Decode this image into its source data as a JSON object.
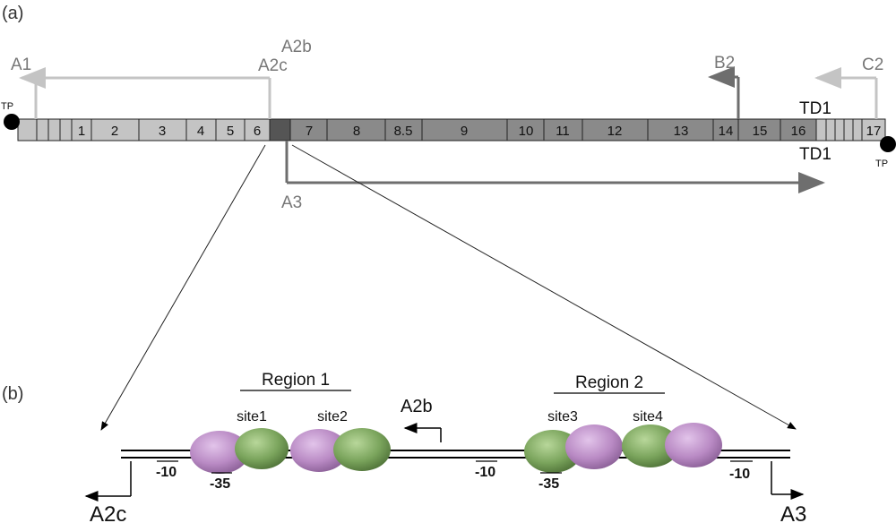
{
  "panel_a_label": "(a)",
  "panel_b_label": "(b)",
  "terminal_protein": "TP",
  "genome_segments": [
    "1",
    "2",
    "3",
    "4",
    "5",
    "6",
    "7",
    "8",
    "8.5",
    "9",
    "10",
    "11",
    "12",
    "13",
    "14",
    "15",
    "16",
    "17"
  ],
  "terminal_duplication": "TD1",
  "promoters_a": {
    "A1": "A1",
    "A2b": "A2b",
    "A2c": "A2c",
    "B2": "B2",
    "C2": "C2",
    "A3": "A3"
  },
  "regions": {
    "region1": "Region 1",
    "region2": "Region 2"
  },
  "sites": {
    "site1": "site1",
    "site2": "site2",
    "site3": "site3",
    "site4": "site4"
  },
  "promoters_b": {
    "A2b": "A2b",
    "A2c": "A2c",
    "A3": "A3"
  },
  "boxes": {
    "m10_a": "-10",
    "m35_a": "-35",
    "m10_b": "-10",
    "m35_b": "-35",
    "m10_c": "-10"
  },
  "colors": {
    "early": "#c4c4c4",
    "late": "#8a8a8a",
    "control": "#555555",
    "protein_purple": "#b98ac4",
    "protein_green": "#7aa45c"
  }
}
